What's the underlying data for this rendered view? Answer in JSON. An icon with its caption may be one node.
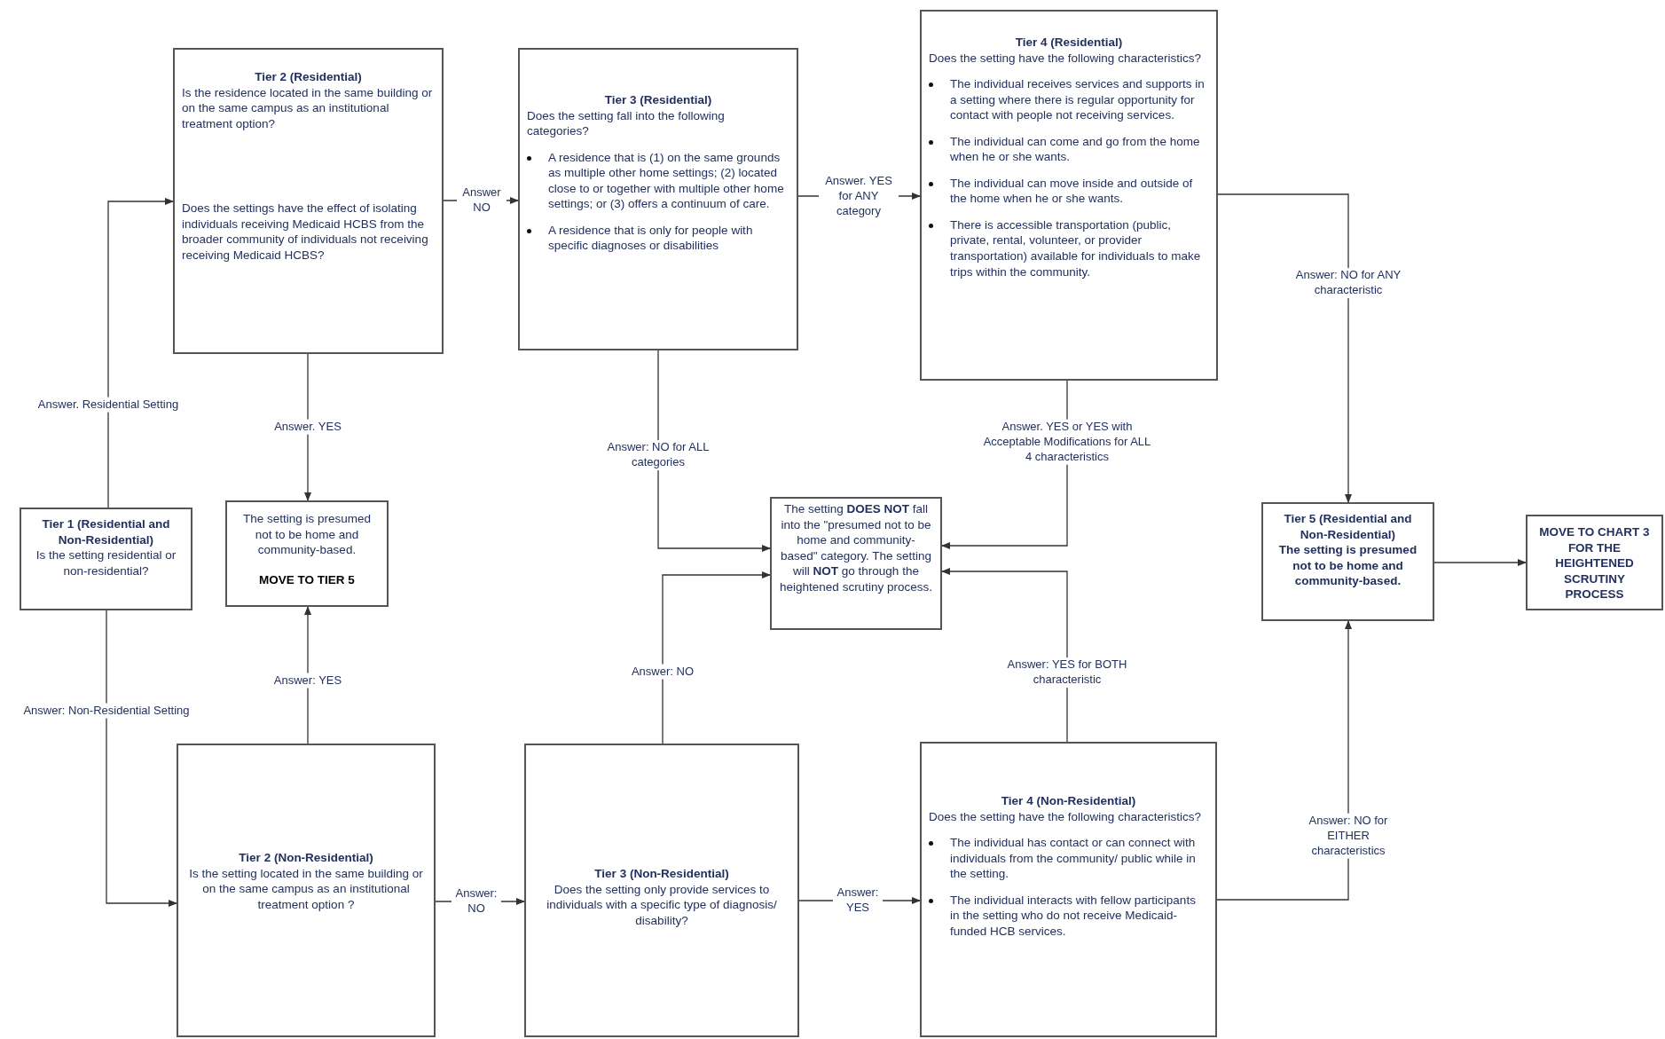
{
  "diagram": {
    "nodes": [
      {
        "text": [
          "Tier 2 (Residential)",
          "Is the residence located in the same building or on the same campus as an institutional treatment option?",
          "Does the settings  have the effect of isolating individuals receiving Medicaid HCBS from the broader community of individuals not receiving receiving Medicaid HCBS?"
        ]
      },
      {
        "text": [
          "Tier 3 (Residential)",
          "Does the setting fall into the following categories?",
          "A residence that is (1) on the same grounds as multiple other home settings; (2) located close to or together with multiple other home settings; or (3) offers a continuum of care.",
          "A residence that is only for people with specific diagnoses or disabilities"
        ]
      },
      {
        "text": [
          "Tier 4 (Residential)",
          "Does the setting have the following characteristics?",
          "The individual receives services and supports in a setting where there is regular opportunity for contact with people not receiving services.",
          "The individual can come and go from the home when he or she wants.",
          "The individual can move inside and outside of the home when he or she wants.",
          "There is accessible transportation (public, private, rental, volunteer, or provider transportation) available for individuals to make trips within the community."
        ]
      },
      {
        "text": [
          "Tier 1 (Residential and Non-Residential)",
          "Is the setting residential or non-residential?"
        ]
      },
      {
        "text": [
          "The setting is presumed not to be home and community-based.",
          "MOVE TO TIER 5"
        ]
      },
      {
        "text": [
          "The setting **DOES NOT** fall into the \"presumed not to be home and community-based\" category. The setting will **NOT** go through the heightened scrutiny process."
        ]
      },
      {
        "text": [
          "Tier 5 (Residential and Non-Residential)",
          "The setting is presumed not to be home and community-based."
        ]
      },
      {
        "text": [
          "MOVE TO CHART 3 FOR THE HEIGHTENED SCRUTINY PROCESS"
        ]
      },
      {
        "text": [
          "Tier 2 (Non-Residential)",
          "Is the setting located in the same building or on the same campus as an institutional treatment option ?"
        ]
      },
      {
        "text": [
          "Tier 3 (Non-Residential)",
          "Does the setting only provide services to individuals with a specific type of diagnosis/ disability?"
        ]
      },
      {
        "text": [
          "Tier 4 (Non-Residential)",
          "Does the setting have the following characteristics?",
          "The individual has contact or can connect with individuals from the community/ public while in the setting.",
          "The individual interacts with fellow participants in the setting who do not receive Medicaid-funded HCB services."
        ]
      }
    ],
    "edges": [
      {
        "from": 3,
        "to": 0,
        "arrow": "to",
        "label": "Answer. Residential Setting"
      },
      {
        "from": 3,
        "to": 8,
        "arrow": "to",
        "label": "Answer: Non-Residential Setting"
      },
      {
        "from": 0,
        "to": 1,
        "arrow": "to",
        "label": "Answer NO"
      },
      {
        "from": 0,
        "to": 4,
        "arrow": "to",
        "label": "Answer. YES"
      },
      {
        "from": 8,
        "to": 4,
        "arrow": "to",
        "label": "Answer: YES"
      },
      {
        "from": 1,
        "to": 2,
        "arrow": "to",
        "label": "Answer. YES for ANY category"
      },
      {
        "from": 1,
        "to": 5,
        "arrow": "to",
        "label": "Answer: NO for ALL categories"
      },
      {
        "from": 9,
        "to": 5,
        "arrow": "to",
        "label": "Answer: NO"
      },
      {
        "from": 2,
        "to": 5,
        "arrow": "to",
        "label": "Answer. YES or YES with Acceptable Modifications for ALL 4 characteristics"
      },
      {
        "from": 10,
        "to": 5,
        "arrow": "to",
        "label": "Answer: YES for BOTH characteristic"
      },
      {
        "from": 2,
        "to": 6,
        "arrow": "to",
        "label": "Answer: NO for ANY characteristic"
      },
      {
        "from": 10,
        "to": 6,
        "arrow": "to",
        "label": "Answer: NO for EITHER characteristics"
      },
      {
        "from": 6,
        "to": 7,
        "arrow": "to"
      },
      {
        "from": 8,
        "to": 9,
        "arrow": "to",
        "label": "Answer: NO"
      },
      {
        "from": 9,
        "to": 10,
        "arrow": "to",
        "label": "Answer: YES"
      }
    ]
  }
}
